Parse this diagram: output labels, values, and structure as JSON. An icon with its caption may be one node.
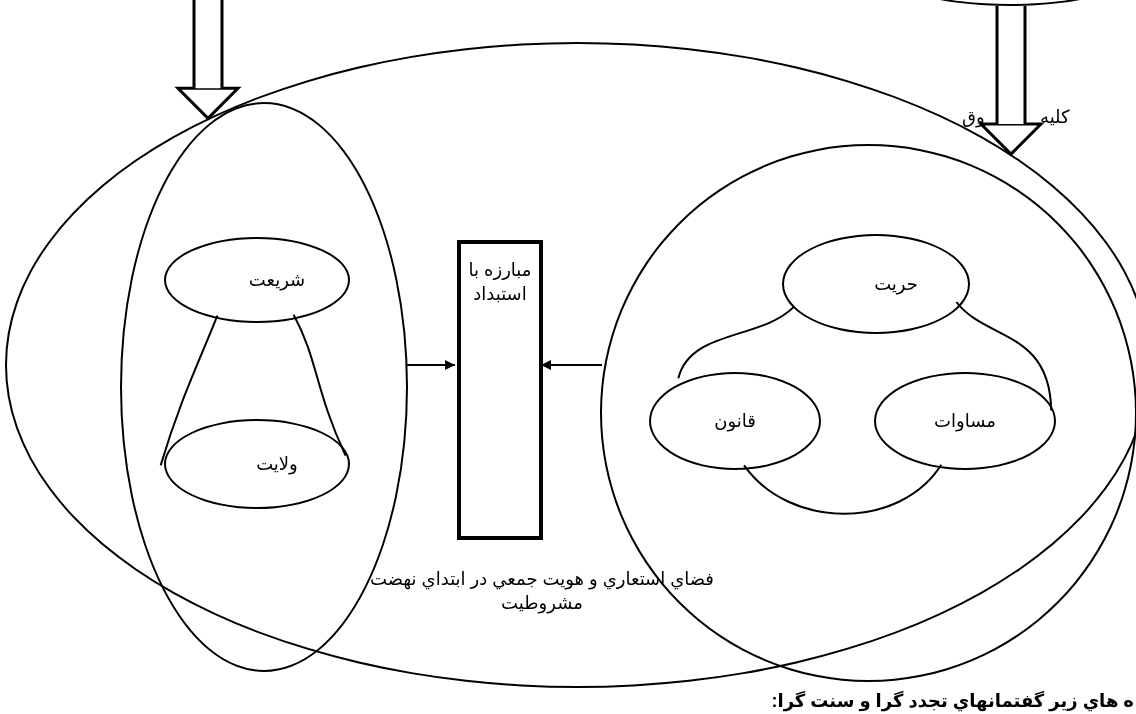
{
  "diagram": {
    "nodes": [
      {
        "text": [
          "فضاي استعاري و هويت جمعي در ابتداي نهضت مشروطيت"
        ]
      },
      {
        "text": [],
        "shape": "circle",
        "in": 0
      },
      {
        "text": [
          "شريعت"
        ],
        "in": 1
      },
      {
        "text": [
          "ولايت"
        ],
        "in": 1
      },
      {
        "text": [
          "مبارزه با استبداد"
        ],
        "in": 0
      },
      {
        "text": [],
        "shape": "circle",
        "in": 0
      },
      {
        "text": [
          "حريت"
        ],
        "in": 5
      },
      {
        "text": [
          "قانون"
        ],
        "in": 5
      },
      {
        "text": [
          "مساوات"
        ],
        "in": 5
      },
      {
        "text": [],
        "shape": "circle"
      }
    ],
    "edges": [
      {
        "from": null,
        "to": 0,
        "arrow": "to",
        "style": "thick"
      },
      {
        "from": 9,
        "to": 0,
        "arrow": "to",
        "style": "thick"
      },
      {
        "from": 1,
        "to": 4,
        "arrow": "to"
      },
      {
        "from": 5,
        "to": 4,
        "arrow": "to"
      },
      {
        "from": 2,
        "to": 3,
        "arrow": "none"
      },
      {
        "from": 2,
        "to": 3,
        "arrow": "none"
      },
      {
        "from": 6,
        "to": 7,
        "arrow": "none"
      },
      {
        "from": 6,
        "to": 8,
        "arrow": "none"
      },
      {
        "from": 7,
        "to": 8,
        "arrow": "none"
      }
    ],
    "labels": [
      "كليه",
      "وق",
      "ه هاي زير گفتمانهاي تجدد گرا و سنت گرا:"
    ]
  }
}
